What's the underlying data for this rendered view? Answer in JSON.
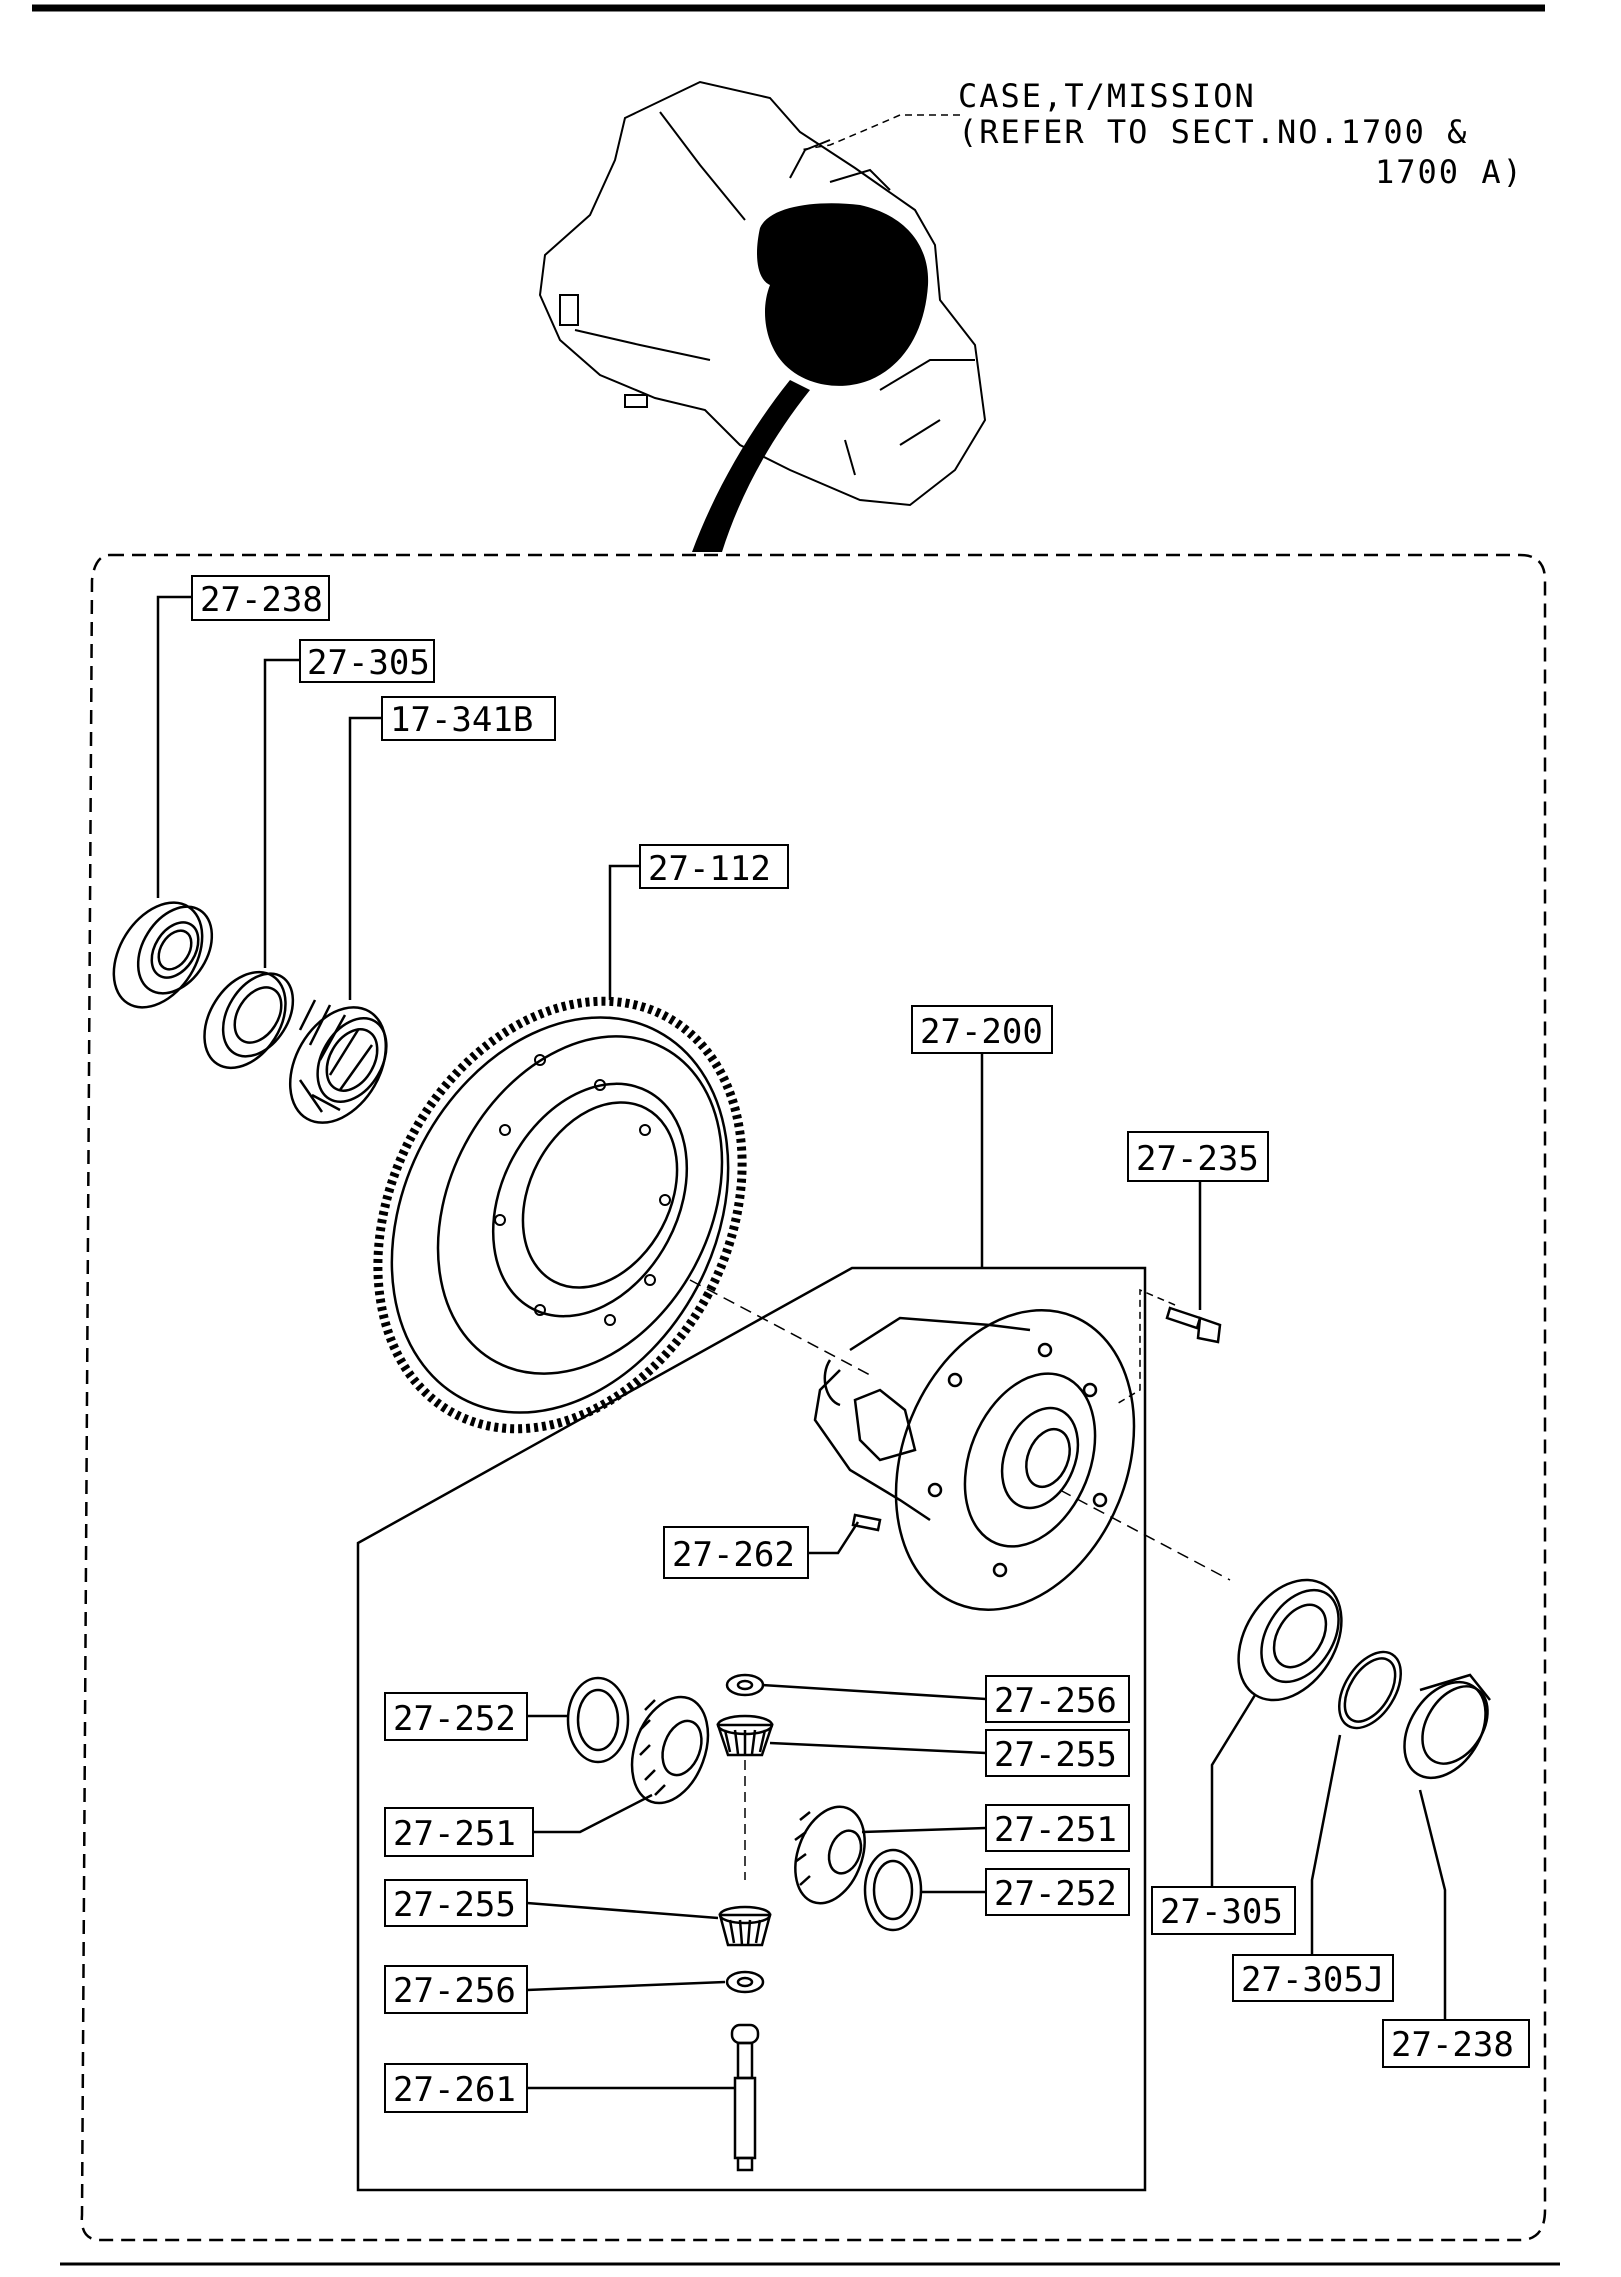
{
  "header_note": {
    "line1": "CASE,T/MISSION",
    "line2": "(REFER TO SECT.NO.1700 &",
    "line3": "1700 A)"
  },
  "callouts": {
    "c_238_top": "27-238",
    "c_305_top": "27-305",
    "c_341b": "17-341B",
    "c_112": "27-112",
    "c_200": "27-200",
    "c_235": "27-235",
    "c_262": "27-262",
    "c_252_left": "27-252",
    "c_256_top": "27-256",
    "c_255_top": "27-255",
    "c_251_left": "27-251",
    "c_251_right": "27-251",
    "c_255_left": "27-255",
    "c_252_right": "27-252",
    "c_305_right": "27-305",
    "c_305j": "27-305J",
    "c_238_right": "27-238",
    "c_256_left": "27-256",
    "c_261": "27-261"
  }
}
